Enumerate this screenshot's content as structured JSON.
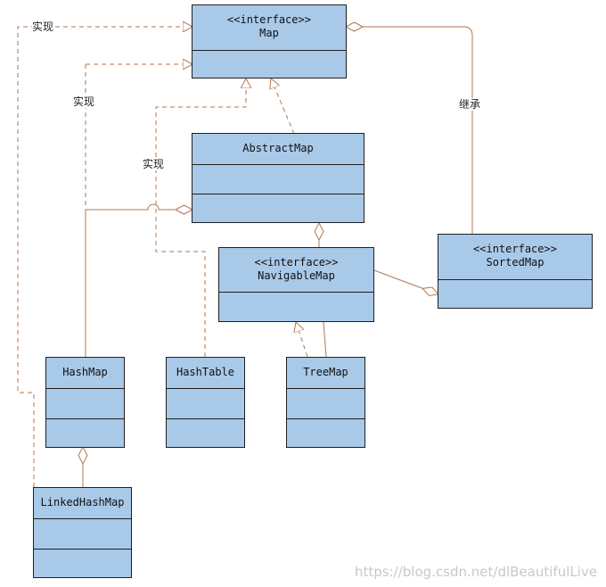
{
  "classes": {
    "map": {
      "stereotype": "<<interface>>",
      "name": "Map"
    },
    "abstract_map": {
      "name": "AbstractMap"
    },
    "navigable_map": {
      "stereotype": "<<interface>>",
      "name": "NavigableMap"
    },
    "sorted_map": {
      "stereotype": "<<interface>>",
      "name": "SortedMap"
    },
    "hash_map": {
      "name": "HashMap"
    },
    "hash_table": {
      "name": "HashTable"
    },
    "tree_map": {
      "name": "TreeMap"
    },
    "linked_hash_map": {
      "name": "LinkedHashMap"
    }
  },
  "labels": {
    "implement_1": "实现",
    "implement_2": "实现",
    "implement_3": "实现",
    "inherit": "继承"
  },
  "colors": {
    "box": "#a9c9e9",
    "line": "#b07850",
    "border": "#1f1f1f"
  },
  "watermark": "https://blog.csdn.net/dlBeautifulLive"
}
